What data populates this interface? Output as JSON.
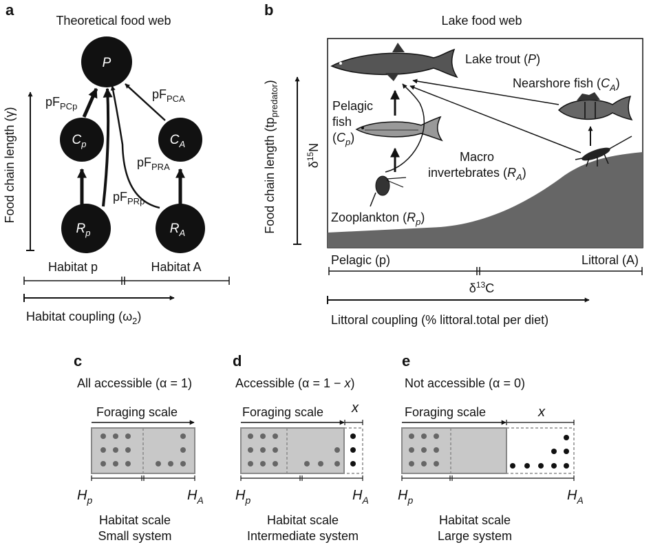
{
  "panels": {
    "a": {
      "letter": "a",
      "title": "Theoretical food web",
      "nodes": {
        "P": "P",
        "Cp": "Cp",
        "CA": "CA",
        "Rp": "Rp",
        "RA": "RA"
      },
      "arrow_labels": {
        "pFPCp": "pFPCp",
        "pFPCA": "pFPCA",
        "pFPRA": "pFPRA",
        "pFPRp": "pFPRp"
      },
      "y_axis_label": "Food chain length (γ)",
      "habitat_p": "Habitat p",
      "habitat_A": "Habitat A",
      "x_axis_label": "Habitat coupling (ω2)"
    },
    "b": {
      "letter": "b",
      "title": "Lake food web",
      "organisms": {
        "lake_trout": "Lake trout (P)",
        "nearshore_fish": "Nearshore fish (CA)",
        "pelagic_fish": [
          "Pelagic",
          "fish",
          "(Cp)"
        ],
        "macro_invertebrates": [
          "Macro",
          "invertebrates (RA)"
        ],
        "zooplankton": "Zooplankton (Rp)"
      },
      "y_axis_outer": "Food chain length (tppredator)",
      "y_axis_inner": "δ15N",
      "pelagic_zone": "Pelagic (p)",
      "littoral_zone": "Littoral (A)",
      "x_axis_inner": "δ13C",
      "x_axis_outer": "Littoral coupling (% littoral.total per diet)"
    },
    "c": {
      "letter": "c",
      "condition": "All accessible (α = 1)",
      "foraging": "Foraging scale",
      "hp": "Hp",
      "ha": "HA",
      "scale_line1": "Habitat scale",
      "scale_line2": "Small system"
    },
    "d": {
      "letter": "d",
      "condition": "Accessible (α = 1 − x)",
      "foraging": "Foraging scale",
      "x": "x",
      "hp": "Hp",
      "ha": "HA",
      "scale_line1": "Habitat scale",
      "scale_line2": "Intermediate system"
    },
    "e": {
      "letter": "e",
      "condition": "Not accessible (α = 0)",
      "foraging": "Foraging scale",
      "x": "x",
      "hp": "Hp",
      "ha": "HA",
      "scale_line1": "Habitat scale",
      "scale_line2": "Large system"
    }
  }
}
